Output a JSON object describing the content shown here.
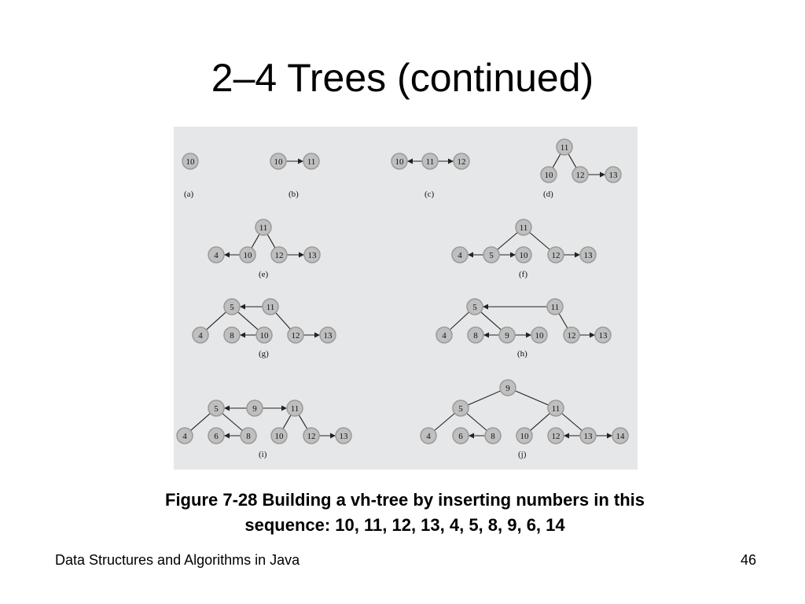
{
  "slide": {
    "title": "2–4 Trees (continued)",
    "caption_line1": "Figure 7-28 Building a vh-tree by inserting numbers in this",
    "caption_line2": "sequence: 10, 11, 12, 13, 4, 5, 8, 9, 6, 14",
    "footer_left": "Data Structures and Algorithms in Java",
    "page_number": "46"
  },
  "colors": {
    "panel_bg": "#e6e7e8",
    "node_fill": "#bfbfbf",
    "node_stroke": "#9a9a9a",
    "edge": "#222222"
  },
  "figure": {
    "panels": [
      {
        "label": "(a)",
        "nodes": [
          "10"
        ],
        "edges": []
      },
      {
        "label": "(b)",
        "nodes": [
          "10",
          "11"
        ],
        "edges": [
          {
            "from": "10",
            "to": "11",
            "type": "horizontal"
          }
        ]
      },
      {
        "label": "(c)",
        "nodes": [
          "10",
          "11",
          "12"
        ],
        "edges": [
          {
            "from": "11",
            "to": "10",
            "type": "horizontal"
          },
          {
            "from": "11",
            "to": "12",
            "type": "horizontal"
          }
        ]
      },
      {
        "label": "(d)",
        "nodes": [
          "11",
          "10",
          "12",
          "13"
        ],
        "edges": [
          {
            "from": "11",
            "to": "10",
            "type": "child"
          },
          {
            "from": "11",
            "to": "12",
            "type": "child"
          },
          {
            "from": "12",
            "to": "13",
            "type": "horizontal"
          }
        ]
      },
      {
        "label": "(e)",
        "nodes": [
          "11",
          "4",
          "10",
          "12",
          "13"
        ],
        "edges": [
          {
            "from": "11",
            "to": "10",
            "type": "child"
          },
          {
            "from": "11",
            "to": "12",
            "type": "child"
          },
          {
            "from": "10",
            "to": "4",
            "type": "horizontal"
          },
          {
            "from": "12",
            "to": "13",
            "type": "horizontal"
          }
        ]
      },
      {
        "label": "(f)",
        "nodes": [
          "11",
          "4",
          "5",
          "10",
          "12",
          "13"
        ],
        "edges": [
          {
            "from": "11",
            "to": "5",
            "type": "child"
          },
          {
            "from": "11",
            "to": "12",
            "type": "child"
          },
          {
            "from": "5",
            "to": "4",
            "type": "horizontal"
          },
          {
            "from": "5",
            "to": "10",
            "type": "horizontal"
          },
          {
            "from": "12",
            "to": "13",
            "type": "horizontal"
          }
        ]
      },
      {
        "label": "(g)",
        "nodes": [
          "5",
          "11",
          "4",
          "8",
          "10",
          "12",
          "13"
        ],
        "edges": [
          {
            "from": "11",
            "to": "5",
            "type": "horizontal"
          },
          {
            "from": "5",
            "to": "4",
            "type": "child"
          },
          {
            "from": "5",
            "to": "10",
            "type": "child"
          },
          {
            "from": "11",
            "to": "12",
            "type": "child"
          },
          {
            "from": "10",
            "to": "8",
            "type": "horizontal"
          },
          {
            "from": "12",
            "to": "13",
            "type": "horizontal"
          }
        ]
      },
      {
        "label": "(h)",
        "nodes": [
          "5",
          "11",
          "4",
          "8",
          "9",
          "10",
          "12",
          "13"
        ],
        "edges": [
          {
            "from": "11",
            "to": "5",
            "type": "horizontal"
          },
          {
            "from": "5",
            "to": "4",
            "type": "child"
          },
          {
            "from": "5",
            "to": "9",
            "type": "child"
          },
          {
            "from": "11",
            "to": "12",
            "type": "child"
          },
          {
            "from": "9",
            "to": "8",
            "type": "horizontal"
          },
          {
            "from": "9",
            "to": "10",
            "type": "horizontal"
          },
          {
            "from": "12",
            "to": "13",
            "type": "horizontal"
          }
        ]
      },
      {
        "label": "(i)",
        "nodes": [
          "5",
          "9",
          "11",
          "4",
          "6",
          "8",
          "10",
          "12",
          "13"
        ],
        "edges": [
          {
            "from": "9",
            "to": "5",
            "type": "horizontal"
          },
          {
            "from": "9",
            "to": "11",
            "type": "horizontal"
          },
          {
            "from": "5",
            "to": "4",
            "type": "child"
          },
          {
            "from": "5",
            "to": "8",
            "type": "child"
          },
          {
            "from": "11",
            "to": "10",
            "type": "child"
          },
          {
            "from": "11",
            "to": "12",
            "type": "child"
          },
          {
            "from": "8",
            "to": "6",
            "type": "horizontal"
          },
          {
            "from": "12",
            "to": "13",
            "type": "horizontal"
          }
        ]
      },
      {
        "label": "(j)",
        "nodes": [
          "9",
          "5",
          "11",
          "4",
          "6",
          "8",
          "10",
          "12",
          "13",
          "14"
        ],
        "edges": [
          {
            "from": "9",
            "to": "5",
            "type": "child"
          },
          {
            "from": "9",
            "to": "11",
            "type": "child"
          },
          {
            "from": "5",
            "to": "4",
            "type": "child"
          },
          {
            "from": "5",
            "to": "8",
            "type": "child"
          },
          {
            "from": "11",
            "to": "10",
            "type": "child"
          },
          {
            "from": "11",
            "to": "13",
            "type": "child"
          },
          {
            "from": "8",
            "to": "6",
            "type": "horizontal"
          },
          {
            "from": "13",
            "to": "12",
            "type": "horizontal"
          },
          {
            "from": "13",
            "to": "14",
            "type": "horizontal"
          }
        ]
      }
    ]
  }
}
